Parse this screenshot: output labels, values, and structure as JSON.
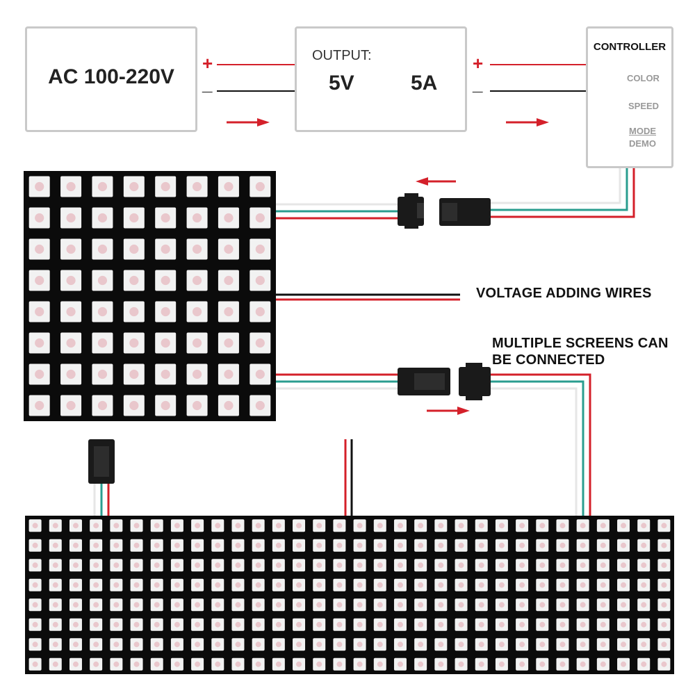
{
  "power_supply_input": {
    "label": "AC 100-220V"
  },
  "power_adapter": {
    "output_label": "OUTPUT:",
    "voltage": "5V",
    "current": "5A"
  },
  "polarity": {
    "plus": "+",
    "minus": "_"
  },
  "controller": {
    "title": "CONTROLLER",
    "color_label": "COLOR",
    "speed_label": "SPEED",
    "mode_label": "MODE",
    "demo_label": "DEMO"
  },
  "notes": {
    "voltage_adding_wires": "VOLTAGE ADDING WIRES",
    "multiple_screens_line1": "MULTIPLE SCREENS CAN",
    "multiple_screens_line2": "BE CONNECTED"
  },
  "panels": {
    "small_matrix": {
      "rows": 8,
      "cols": 8
    },
    "large_matrix": {
      "rows": 8,
      "cols": 32
    }
  },
  "colors": {
    "wire_red": "#d4202a",
    "wire_green": "#2a9d8f",
    "wire_white": "#e6e6e6",
    "wire_black": "#111111",
    "arrow": "#d4202a",
    "panel": "#0b0b0b",
    "led_pad": "#f2f2f2",
    "led": "#e9c7cc"
  }
}
